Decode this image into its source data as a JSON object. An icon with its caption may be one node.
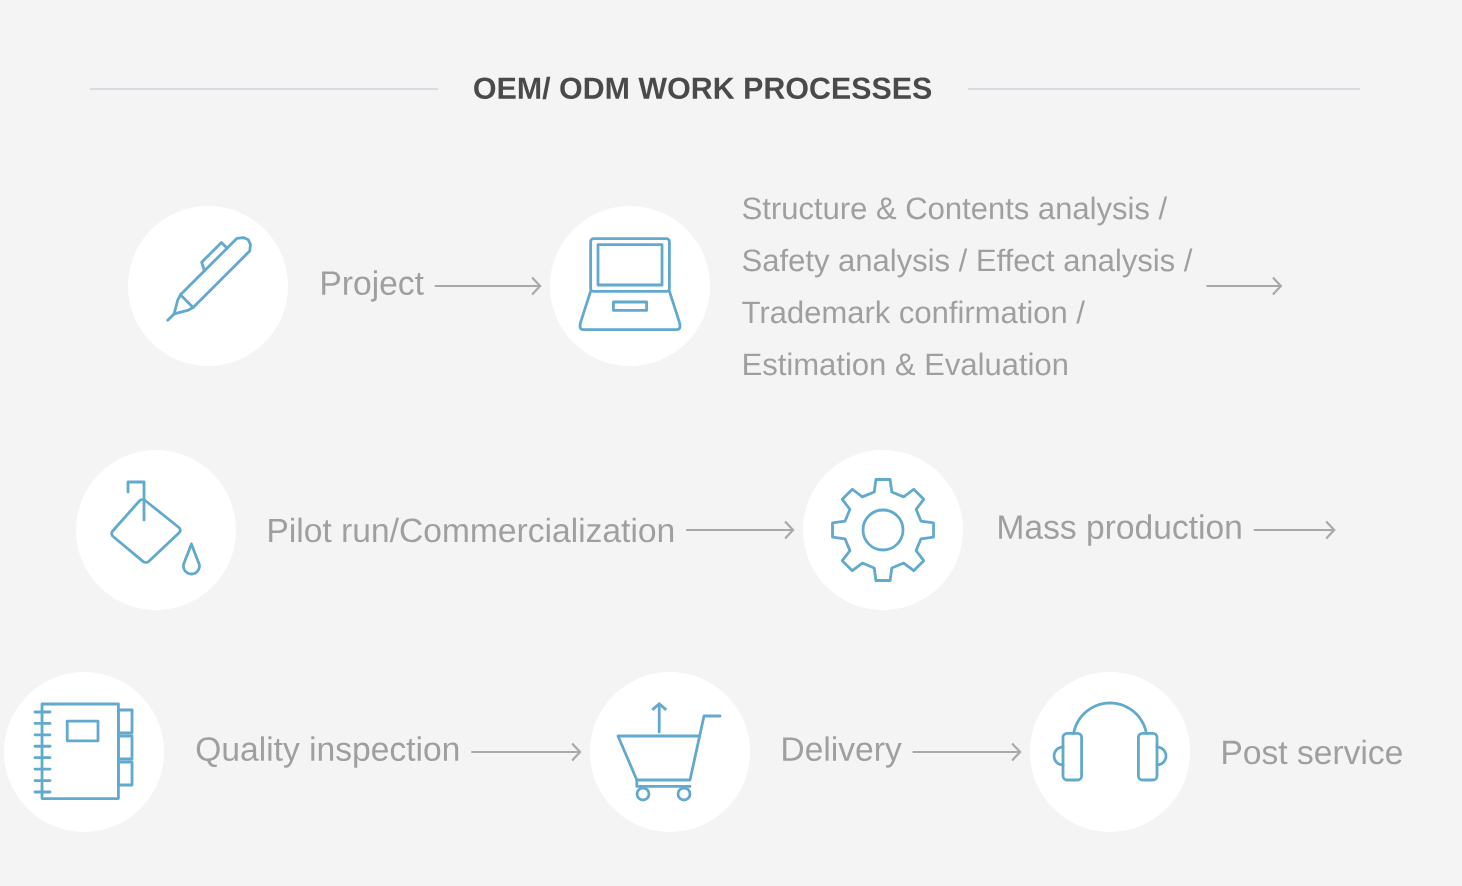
{
  "diagram": {
    "title": "OEM/ ODM WORK PROCESSES",
    "nodes": [
      {
        "text": [
          "Project"
        ]
      },
      {
        "text": [
          "Structure & Contents analysis / Safety analysis / Effect analysis / Trademark confirmation / Estimation & Evaluation"
        ]
      },
      {
        "text": [
          "Pilot run/Commercialization"
        ]
      },
      {
        "text": [
          "Mass production"
        ]
      },
      {
        "text": [
          "Quality inspection"
        ]
      },
      {
        "text": [
          "Delivery"
        ]
      },
      {
        "text": [
          "Post service"
        ]
      }
    ],
    "edges": [
      {
        "from": 0,
        "to": 1,
        "arrow": "to"
      },
      {
        "from": 1,
        "to": null,
        "arrow": "to"
      },
      {
        "from": 2,
        "to": 3,
        "arrow": "to"
      },
      {
        "from": 3,
        "to": null,
        "arrow": "to"
      },
      {
        "from": 4,
        "to": 5,
        "arrow": "to"
      },
      {
        "from": 5,
        "to": 6,
        "arrow": "to"
      }
    ]
  }
}
